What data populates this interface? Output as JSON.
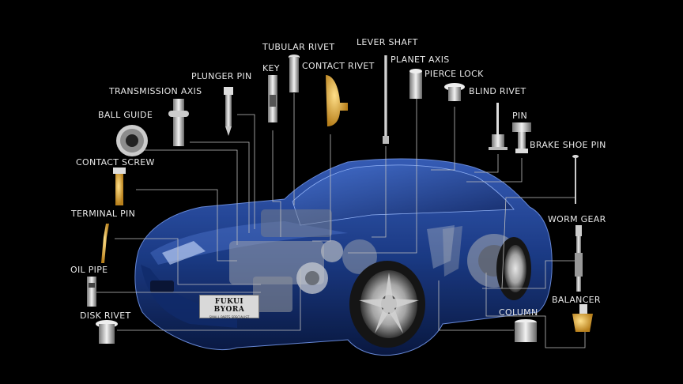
{
  "labels": {
    "tubular_rivet": "TUBULAR RIVET",
    "lever_shaft": "LEVER SHAFT",
    "planet_axis": "PLANET AXIS",
    "key": "KEY",
    "contact_rivet": "CONTACT RIVET",
    "plunger_pin": "PLUNGER PIN",
    "pierce_lock": "PIERCE LOCK",
    "transmission_axis": "TRANSMISSION AXIS",
    "blind_rivet": "BLIND RIVET",
    "ball_guide": "BALL GUIDE",
    "pin": "PIN",
    "brake_shoe_pin": "BRAKE SHOE PIN",
    "contact_screw": "CONTACT SCREW",
    "terminal_pin": "TERMINAL PIN",
    "worm_gear": "WORM GEAR",
    "oil_pipe": "OIL PIPE",
    "balancer": "BALANCER",
    "column": "COLUMN",
    "disk_rivet": "DISK RIVET"
  },
  "nameplate": {
    "title": "FUKUI BYORA",
    "subtitle": "SMALL PARTS SPECIALIST"
  },
  "colors": {
    "background": "#000000",
    "label_text": "#e8e8e8",
    "leader_line": "#bfbfbf",
    "car_body": "#1d3f8f",
    "brass": "#c8962a"
  }
}
